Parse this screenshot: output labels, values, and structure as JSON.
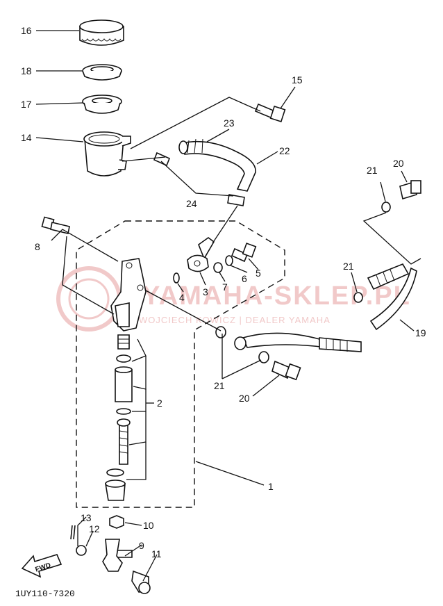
{
  "diagram": {
    "code": "1UY110-7320",
    "fwd_label": "FWD"
  },
  "watermark": {
    "main": "YAMAHA-SKLEP.PL",
    "sub": "WOJCIECH KOWICZ | DEALER YAMAHA"
  },
  "labels": {
    "p1": "1",
    "p2": "2",
    "p3": "3",
    "p4": "4",
    "p5": "5",
    "p6": "6",
    "p7": "7",
    "p8": "8",
    "p9": "9",
    "p10": "10",
    "p11": "11",
    "p12": "12",
    "p13": "13",
    "p14": "14",
    "p15": "15",
    "p16": "16",
    "p17": "17",
    "p18": "18",
    "p19": "19",
    "p20a": "20",
    "p20b": "20",
    "p21a": "21",
    "p21b": "21",
    "p21c": "21",
    "p22": "22",
    "p23": "23",
    "p24": "24"
  }
}
